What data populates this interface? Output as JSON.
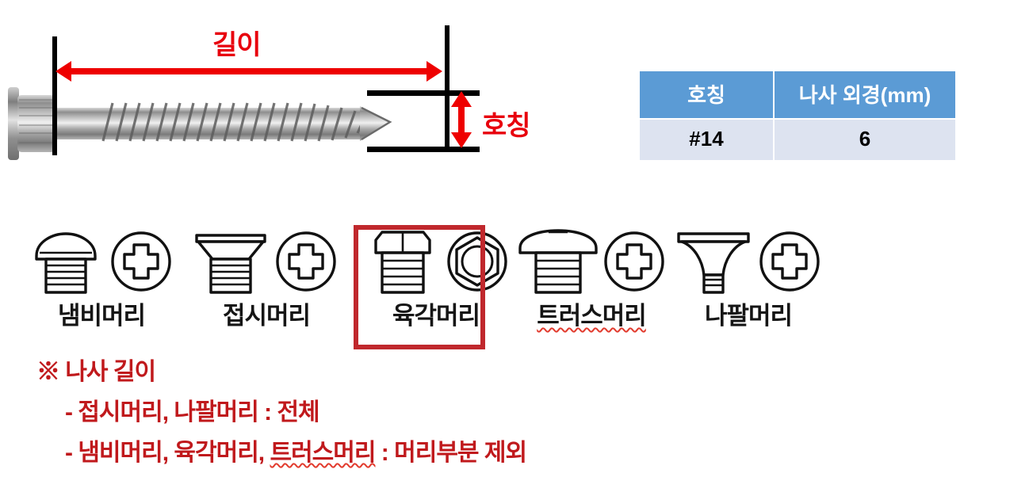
{
  "diagram": {
    "length_label": "길이",
    "nominal_label": "호칭",
    "screw_alt": "hex-flange-head-self-tapping-screw-photo"
  },
  "spec_table": {
    "headers": [
      "호칭",
      "나사 외경(mm)"
    ],
    "rows": [
      [
        "#14",
        "6"
      ]
    ],
    "header_color": "#5B9BD5",
    "row_color": "#DDE3F0"
  },
  "head_types": [
    {
      "label": "냄비머리",
      "icon": "pan-head-screw-icon",
      "drive": "phillips-cross-icon",
      "flagged": false,
      "highlighted": false
    },
    {
      "label": "접시머리",
      "icon": "flat-countersunk-head-screw-icon",
      "drive": "phillips-cross-icon",
      "flagged": false,
      "highlighted": false
    },
    {
      "label": "육각머리",
      "icon": "hex-head-screw-icon",
      "drive": "hex-socket-top-icon",
      "flagged": false,
      "highlighted": true
    },
    {
      "label": "트러스머리",
      "icon": "truss-head-screw-icon",
      "drive": "phillips-cross-icon",
      "flagged": true,
      "highlighted": false
    },
    {
      "label": "나팔머리",
      "icon": "bugle-head-screw-icon",
      "drive": "phillips-cross-icon",
      "flagged": false,
      "highlighted": false
    }
  ],
  "highlight_color": "#C0282D",
  "notes": {
    "title": "※ 나사 길이",
    "line2_prefix": "- 접시머리, 나팔머리 : 전체",
    "line3_a": "- 냄비머리, 육각머리, ",
    "line3_b": "트러스머리",
    "line3_c": " : 머리부분 제외",
    "color": "#C0191C"
  }
}
